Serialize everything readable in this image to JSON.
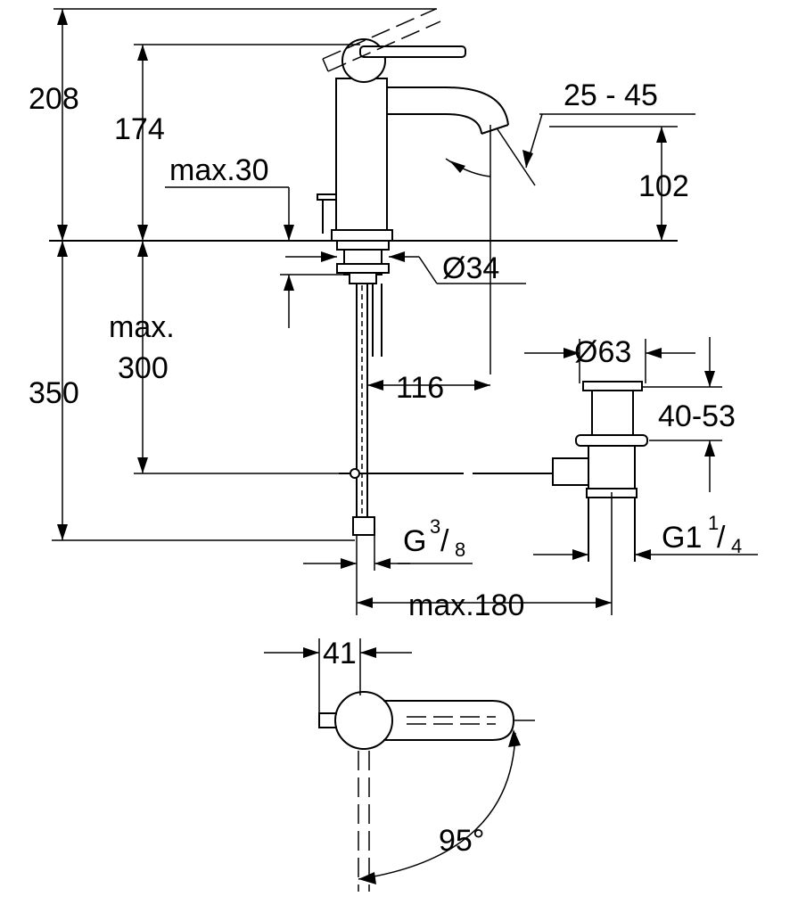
{
  "dimensions": {
    "total_height_above": "208",
    "spout_height": "174",
    "max_deck_thickness": "max.30",
    "aerator_angle": "25 - 45",
    "outlet_height": "102",
    "hole_diameter": "Ø34",
    "max_below_line1": "max.",
    "max_below_line2": "300",
    "total_below": "350",
    "spout_reach": "116",
    "waste_diameter": "Ø63",
    "waste_range": "40-53",
    "supply_thread_base": "G",
    "supply_thread_num": "3",
    "supply_thread_den": "8",
    "waste_thread_base": "G1",
    "waste_thread_num": "1",
    "waste_thread_den": "4",
    "max_waste_distance": "max.180",
    "handle_width": "41",
    "swivel_angle": "95°"
  }
}
